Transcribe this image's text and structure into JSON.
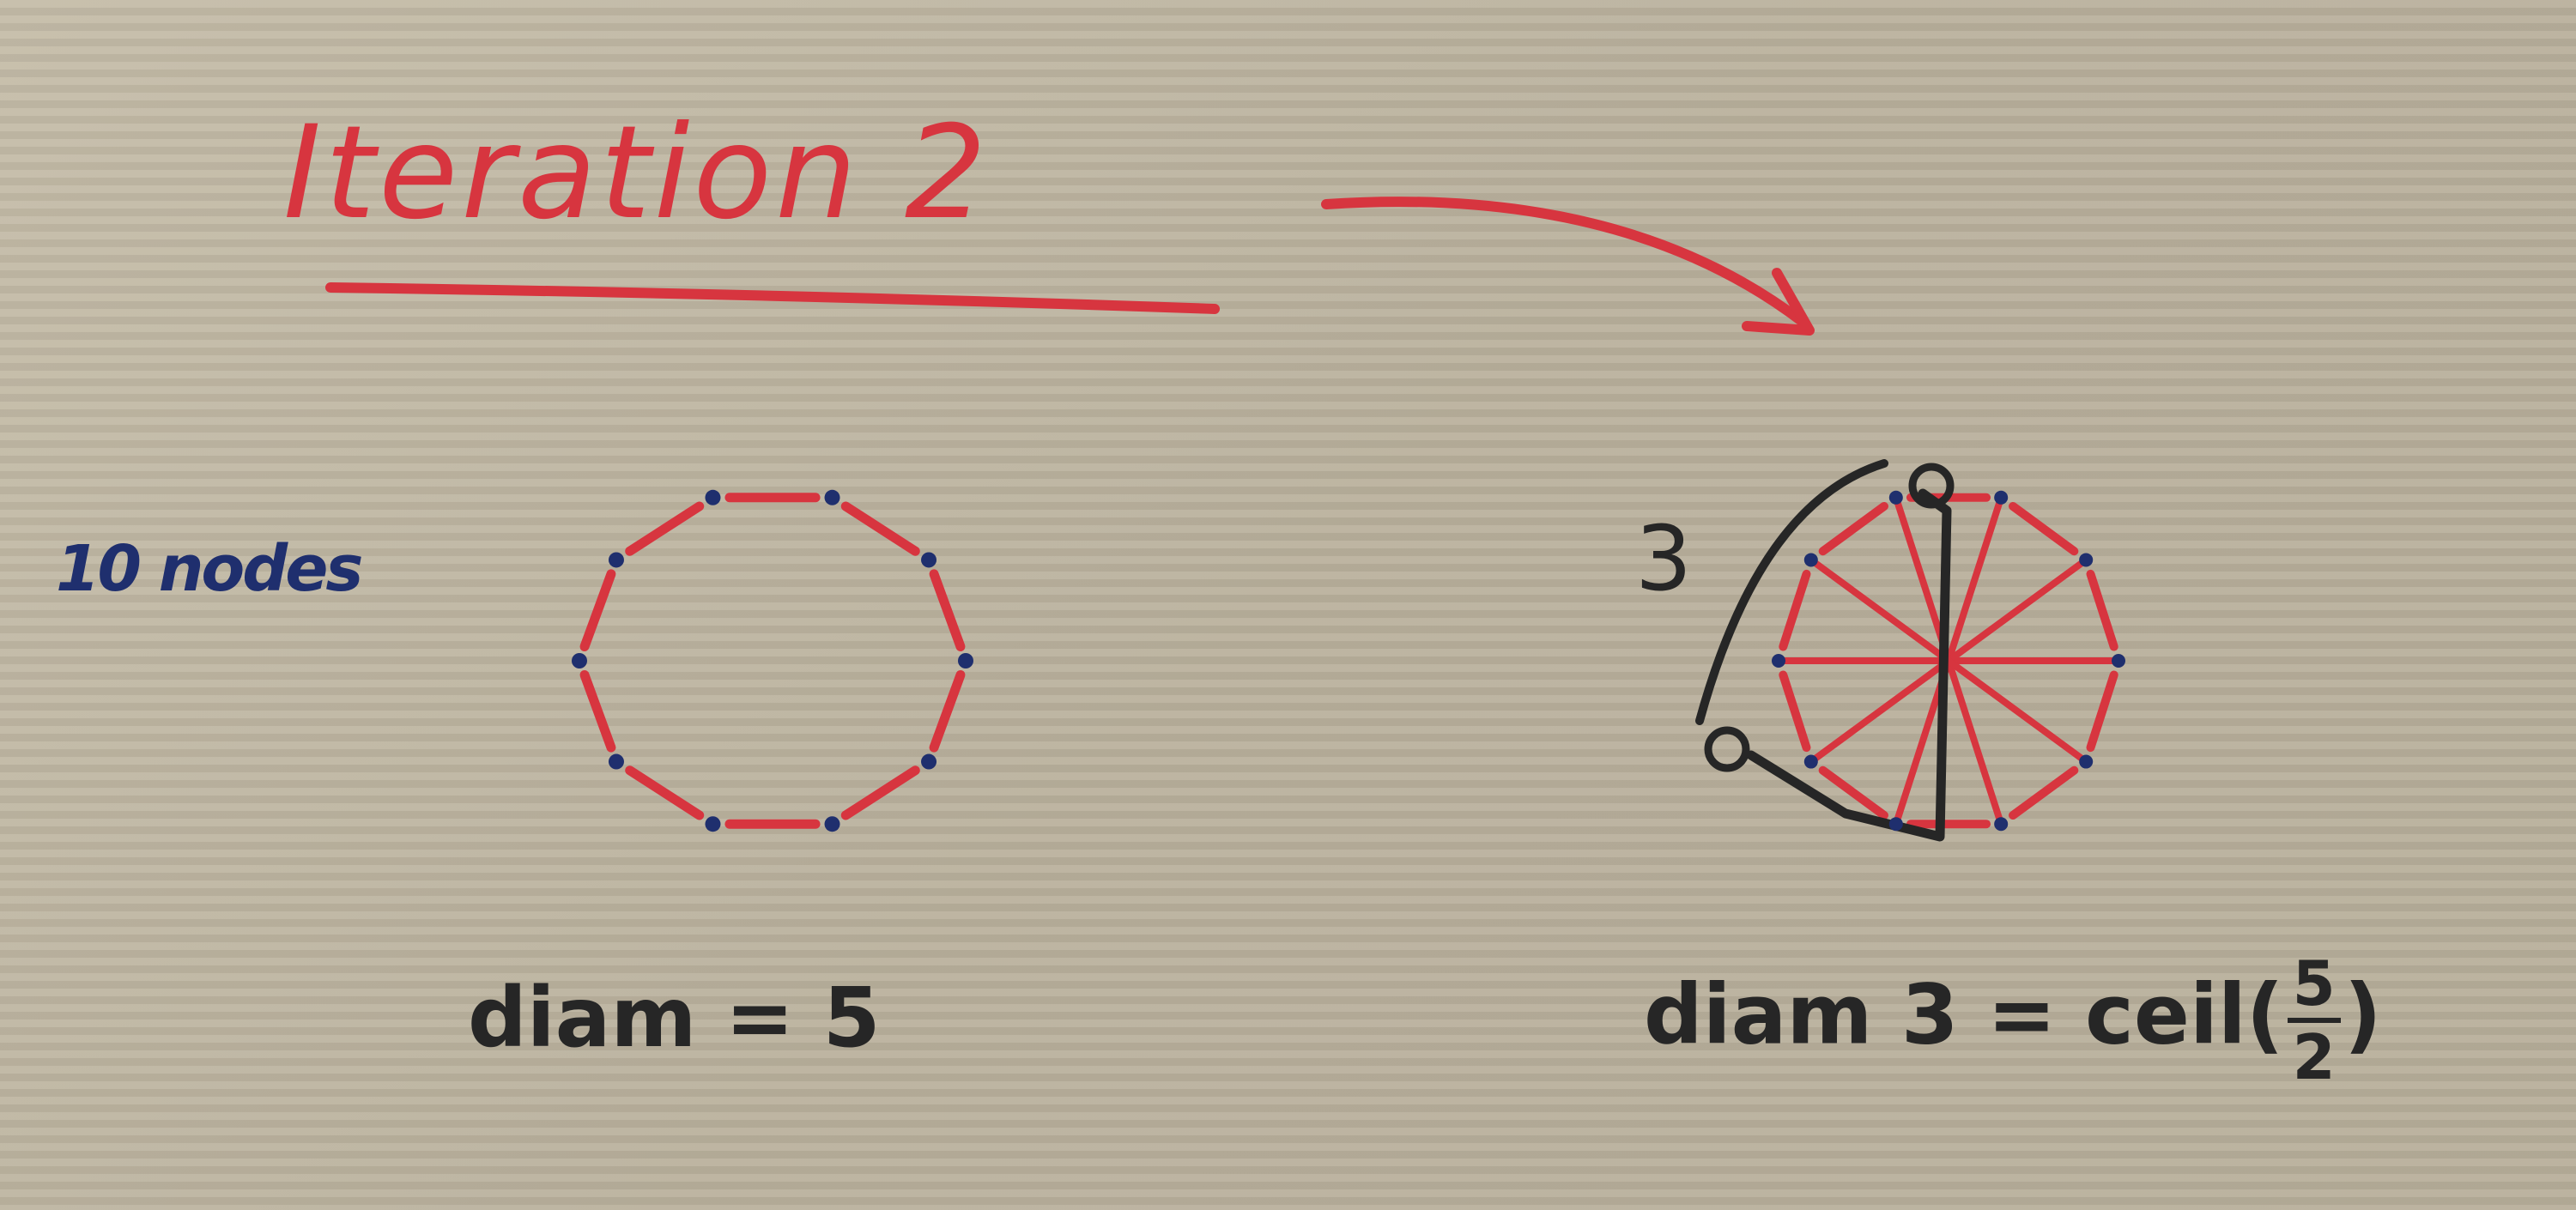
{
  "title": "Iteration 2",
  "left_graph": {
    "label": "10 nodes",
    "caption": "diam = 5"
  },
  "right_graph": {
    "arc_label": "3",
    "caption_main": "diam 3 = ceil(",
    "caption_num": "5",
    "caption_den": "2",
    "caption_close": ")"
  },
  "colors": {
    "red_ink": "#d7353f",
    "blue_ink": "#1f2f6e",
    "black_ink": "#262626"
  }
}
